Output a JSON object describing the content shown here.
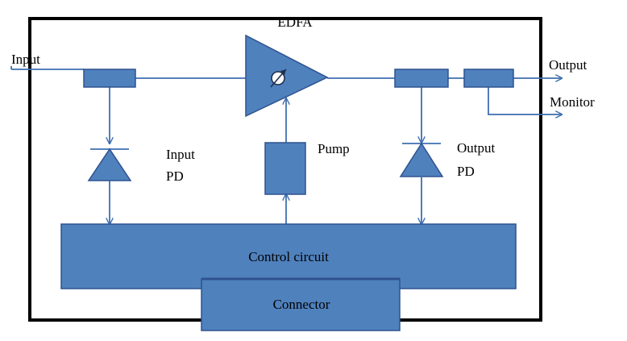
{
  "labels": {
    "edfa": "EDFA",
    "input": "Input",
    "output": "Output",
    "monitor": "Monitor",
    "input_pd_line1": "Input",
    "input_pd_line2": "PD",
    "pump": "Pump",
    "output_pd_line1": "Output",
    "output_pd_line2": "PD",
    "control_circuit": "Control circuit",
    "connector": "Connector"
  },
  "colors": {
    "block_fill": "#4f81bd",
    "block_stroke": "#2f528f",
    "line": "#3f6fb0",
    "frame": "#000000"
  }
}
